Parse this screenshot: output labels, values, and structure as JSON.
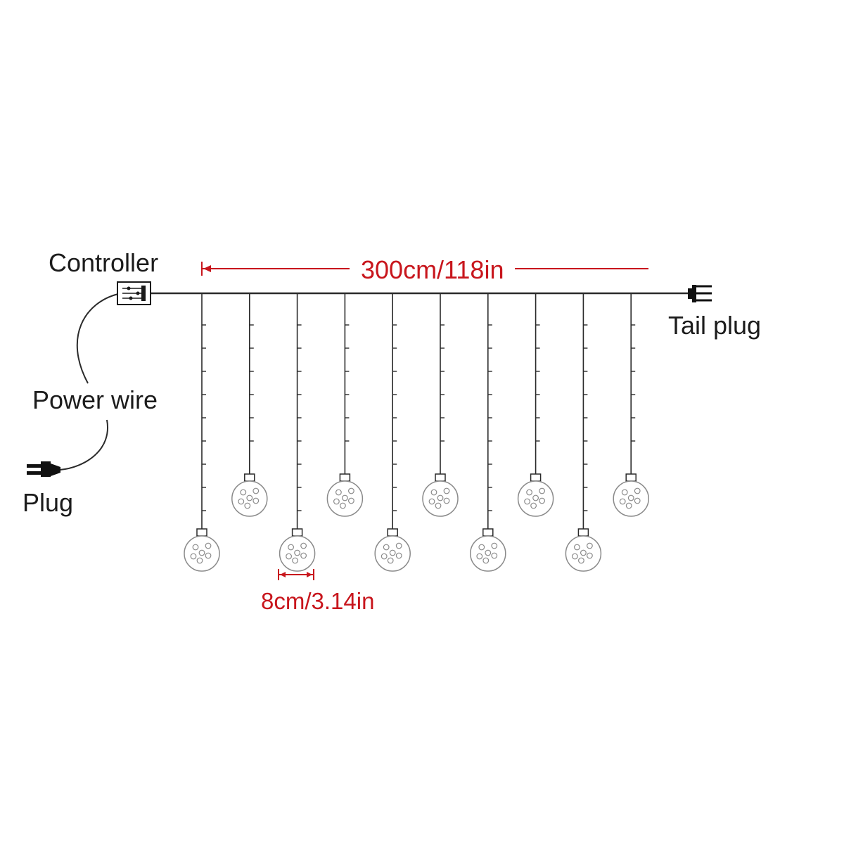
{
  "labels": {
    "controller": "Controller",
    "tail_plug": "Tail plug",
    "power_wire": "Power wire",
    "plug": "Plug",
    "string_length": "300cm/118in",
    "ball_diameter": "8cm/3.14in"
  },
  "strands": {
    "count": 10,
    "lengths": [
      "long",
      "short",
      "long",
      "short",
      "long",
      "short",
      "long",
      "short",
      "long",
      "short"
    ]
  },
  "colors": {
    "wire": "#2a2a2a",
    "dimension": "#c8161d",
    "ball_outline": "#8a8a8a",
    "text": "#1c1c1c"
  },
  "icons": {
    "controller": "controller-box-icon",
    "tail_plug": "tail-plug-icon",
    "plug": "power-plug-icon"
  }
}
